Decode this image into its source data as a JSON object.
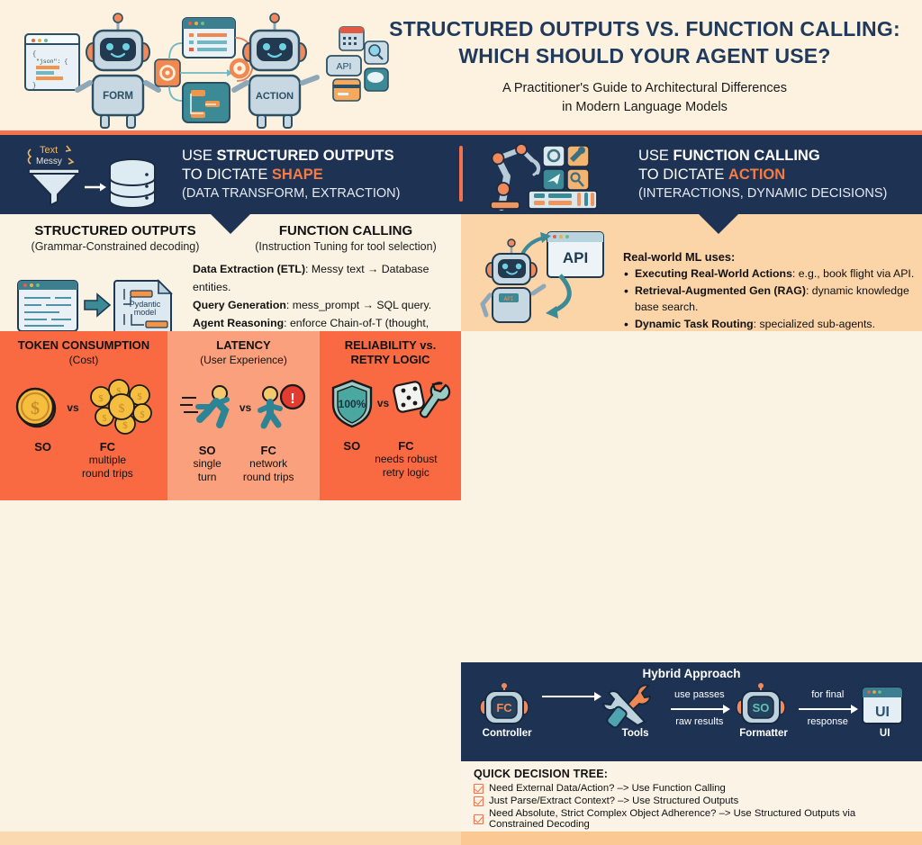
{
  "header": {
    "title_line1": "STRUCTURED OUTPUTS VS. FUNCTION CALLING:",
    "title_line2": "WHICH SHOULD YOUR AGENT USE?",
    "subtitle_line1": "A Practitioner's Guide to Architectural Differences",
    "subtitle_line2": "in Modern Language Models",
    "art": {
      "robot1_label": "FORM",
      "robot2_label": "ACTION",
      "code_label": "\"json\": {",
      "api_label": "API"
    }
  },
  "banner": {
    "left": {
      "line1_prefix": "USE ",
      "line1_bold": "STRUCTURED OUTPUTS",
      "line2_prefix": "TO DICTATE ",
      "line2_accent": "SHAPE",
      "line3": "(DATA TRANSFORM, EXTRACTION)",
      "art_label_1": "Text",
      "art_label_2": "Messy"
    },
    "right": {
      "line1_prefix": "USE ",
      "line1_bold": "FUNCTION CALLING",
      "line2_prefix": "TO DICTATE ",
      "line2_accent": "ACTION",
      "line3": "(INTERACTIONS, DYNAMIC DECISIONS)"
    }
  },
  "middle": {
    "left": {
      "col1_title": "STRUCTURED OUTPUTS",
      "col1_sub": "(Grammar-Constrained decoding)",
      "col2_title": "FUNCTION CALLING",
      "col2_sub": "(Instruction Tuning for tool selection)",
      "doc_label_line1": "Pydantic",
      "doc_label_line2": "model",
      "bullets": [
        {
          "bold": "Data Extraction (ETL)",
          "rest": ": Messy text → Database entities."
        },
        {
          "bold": "Query Generation",
          "rest": ": mess_prompt → SQL query."
        },
        {
          "bold": "Agent Reasoning",
          "rest": ": enforce Chain-of-T (thought, decision)."
        }
      ]
    },
    "right": {
      "heading": "Real-world ML uses:",
      "api_label": "API",
      "robot_chip_label": "API",
      "items": [
        {
          "bold": "Executing Real-World Actions",
          "rest": ": e.g., book flight via API."
        },
        {
          "bold": "Retrieval-Augmented Gen (RAG)",
          "rest": ": dynamic knowledge base search."
        },
        {
          "bold": "Dynamic Task Routing",
          "rest": ": specialized sub-agents."
        }
      ]
    }
  },
  "comparisons": [
    {
      "title": "TOKEN CONSUMPTION",
      "subtitle": "(Cost)",
      "vs": "vs",
      "left_key": "SO",
      "left_desc": "",
      "right_key": "FC",
      "right_desc": "multiple\nround trips",
      "icon_left": "single-coin-icon",
      "icon_right": "coin-pile-icon",
      "coin_symbol": "$"
    },
    {
      "title": "LATENCY",
      "subtitle": "(User Experience)",
      "vs": "vs",
      "left_key": "SO",
      "left_desc": "single\nturn",
      "right_key": "FC",
      "right_desc": "network\nround trips",
      "icon_left": "running-person-icon",
      "icon_right": "walking-person-alert-icon",
      "alert_symbol": "!"
    },
    {
      "title": "RELIABILITY vs.\nRETRY LOGIC",
      "subtitle": "",
      "vs": "vs",
      "left_key": "SO",
      "left_desc": "",
      "right_key": "FC",
      "right_desc": "needs robust\nretry logic",
      "icon_left": "shield-icon",
      "icon_right": "dice-wrench-icon",
      "shield_label": "100%"
    }
  ],
  "hybrid": {
    "title": "Hybrid Approach",
    "nodes": [
      {
        "badge": "FC",
        "label": "Controller",
        "icon": "robot-icon"
      },
      {
        "badge": "",
        "label": "Tools",
        "icon": "tools-icon"
      },
      {
        "badge": "SO",
        "label": "Formatter",
        "icon": "robot-icon"
      },
      {
        "badge": "UI",
        "label": "UI",
        "icon": "browser-window-icon"
      }
    ],
    "arrows": [
      {
        "top": "",
        "bottom": ""
      },
      {
        "top": "use passes",
        "bottom": "raw results"
      },
      {
        "top": "for final",
        "bottom": "response"
      }
    ]
  },
  "decision_tree": {
    "title": "QUICK DECISION TREE:",
    "items": [
      "Need External Data/Action? –> Use Function Calling",
      "Just Parse/Extract Context? –> Use Structured Outputs",
      "Need Absolute, Strict Complex Object Adherence? –> Use Structured Outputs via Constrained Decoding"
    ]
  },
  "colors": {
    "cream": "#FAF3E3",
    "navy": "#1E3354",
    "orange_accent": "#F4714B",
    "orange_panel": "#F96A43",
    "peach_panel": "#FBA07C",
    "peach_light": "#FBD4A8",
    "teal": "#3C8A96"
  }
}
